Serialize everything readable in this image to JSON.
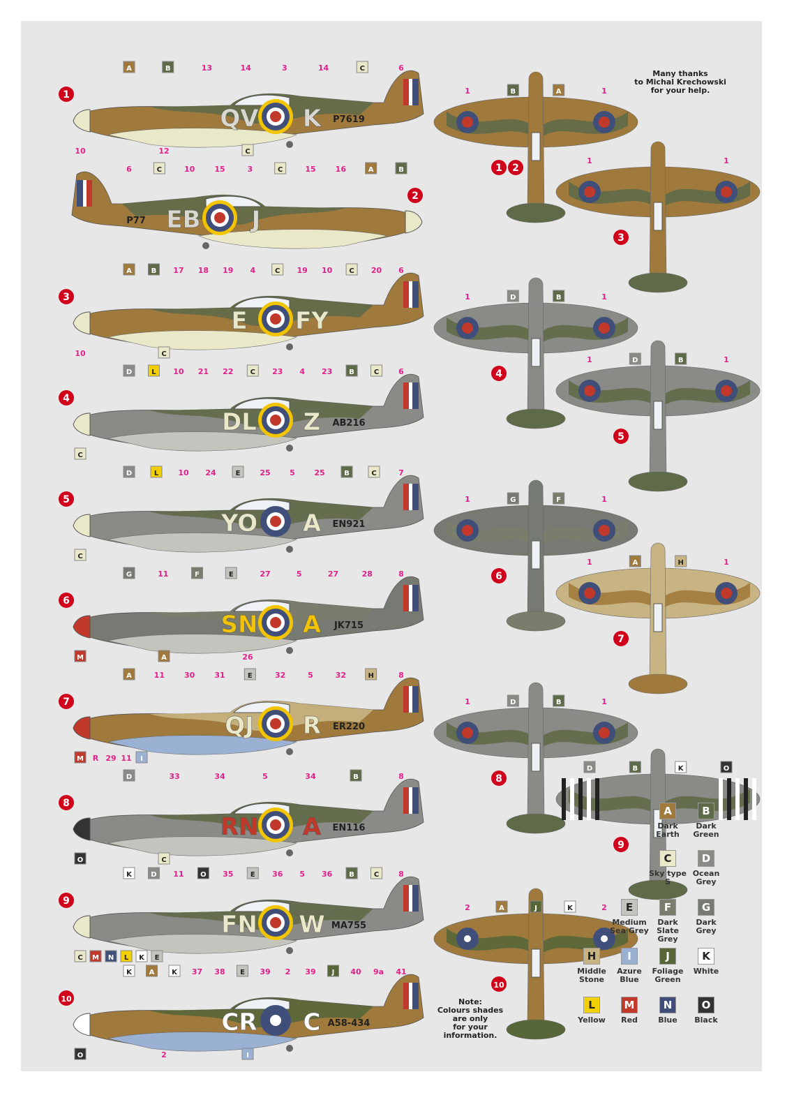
{
  "thanks_note": [
    "Many thanks",
    "to Michal Krechowski",
    "for your help."
  ],
  "colour_note": [
    "Note:",
    "Colours shades",
    "are only",
    "for your",
    "information."
  ],
  "colours": [
    {
      "letter": "A",
      "name": "Dark Earth",
      "hex": "#a07a3c"
    },
    {
      "letter": "B",
      "name": "Dark Green",
      "hex": "#5f6a48"
    },
    {
      "letter": "C",
      "name": "Sky type S",
      "hex": "#e9e8c8"
    },
    {
      "letter": "D",
      "name": "Ocean Grey",
      "hex": "#8a8a86"
    },
    {
      "letter": "E",
      "name": "Medium Sea Grey",
      "hex": "#c4c4be"
    },
    {
      "letter": "F",
      "name": "Dark Slate Grey",
      "hex": "#7b7d6c"
    },
    {
      "letter": "G",
      "name": "Dark Grey",
      "hex": "#777a72"
    },
    {
      "letter": "H",
      "name": "Middle Stone",
      "hex": "#c8b483"
    },
    {
      "letter": "I",
      "name": "Azure Blue",
      "hex": "#9bb1d4"
    },
    {
      "letter": "J",
      "name": "Foliage Green",
      "hex": "#566638"
    },
    {
      "letter": "K",
      "name": "White",
      "hex": "#ffffff"
    },
    {
      "letter": "L",
      "name": "Yellow",
      "hex": "#f2d000"
    },
    {
      "letter": "M",
      "name": "Red",
      "hex": "#c0392b"
    },
    {
      "letter": "N",
      "name": "Blue",
      "hex": "#3f4f7a"
    },
    {
      "letter": "O",
      "name": "Black",
      "hex": "#333333"
    }
  ],
  "profiles": [
    {
      "number": "1",
      "code_left": "QV",
      "code_right": "K",
      "serial": "P7619",
      "upper": [
        "A",
        "B"
      ],
      "under": "C",
      "spinner": "C",
      "ring": true,
      "code_colour": "#d8d8d0",
      "facing": "left",
      "callouts_top": [
        "A",
        "B",
        "13",
        "14",
        "3",
        "14",
        "C",
        "6"
      ],
      "callouts_bottom": [
        "10",
        "12",
        "C"
      ]
    },
    {
      "number": "2",
      "code_left": "EB",
      "code_right": "J",
      "serial": "P77",
      "upper": [
        "A",
        "B"
      ],
      "under": "C",
      "spinner": "C",
      "ring": true,
      "code_colour": "#d8d8d0",
      "facing": "right",
      "callouts_top": [
        "6",
        "C",
        "10",
        "15",
        "3",
        "C",
        "15",
        "16",
        "A",
        "B"
      ],
      "callouts_bottom": []
    },
    {
      "number": "3",
      "code_left": "E",
      "code_right": "FY",
      "serial": "",
      "upper": [
        "A",
        "B"
      ],
      "under": "C",
      "spinner": "C",
      "ring": true,
      "code_colour": "#e9e8c8",
      "facing": "left",
      "callouts_top": [
        "A",
        "B",
        "17",
        "18",
        "19",
        "4",
        "C",
        "19",
        "10",
        "C",
        "20",
        "6"
      ],
      "callouts_bottom": [
        "10",
        "C"
      ]
    },
    {
      "number": "4",
      "code_left": "DL",
      "code_right": "Z",
      "serial": "AB216",
      "upper": [
        "D",
        "B"
      ],
      "under": "E",
      "spinner": "C",
      "ring": true,
      "code_colour": "#e9e8c8",
      "facing": "left",
      "callouts_top": [
        "D",
        "L",
        "10",
        "21",
        "22",
        "C",
        "23",
        "4",
        "23",
        "B",
        "C",
        "6"
      ],
      "callouts_bottom": [
        "C"
      ]
    },
    {
      "number": "5",
      "code_left": "YO",
      "code_right": "A",
      "serial": "EN921",
      "upper": [
        "D",
        "B"
      ],
      "under": "E",
      "spinner": "C",
      "ring": false,
      "code_colour": "#e9e8c8",
      "facing": "left",
      "callouts_top": [
        "D",
        "L",
        "10",
        "24",
        "E",
        "25",
        "5",
        "25",
        "B",
        "C",
        "7"
      ],
      "callouts_bottom": [
        "C"
      ]
    },
    {
      "number": "6",
      "code_left": "SN",
      "code_right": "A",
      "serial": "JK715",
      "upper": [
        "G",
        "F"
      ],
      "under": "E",
      "spinner": "M",
      "ring": true,
      "code_colour": "#f2c400",
      "facing": "left",
      "callouts_top": [
        "G",
        "11",
        "F",
        "E",
        "27",
        "5",
        "27",
        "28",
        "8"
      ],
      "callouts_bottom": [
        "M",
        "A",
        "26"
      ]
    },
    {
      "number": "7",
      "code_left": "QJ",
      "code_right": "R",
      "serial": "ER220",
      "upper": [
        "A",
        "H"
      ],
      "under": "I",
      "spinner": "M",
      "ring": true,
      "code_colour": "#e9e8c8",
      "facing": "left",
      "callouts_top": [
        "A",
        "11",
        "30",
        "31",
        "E",
        "32",
        "5",
        "32",
        "H",
        "8"
      ],
      "callouts_bottom": [
        "M",
        "R",
        "29",
        "11",
        "I"
      ]
    },
    {
      "number": "8",
      "code_left": "RN",
      "code_right": "A",
      "serial": "EN116",
      "upper": [
        "D",
        "B"
      ],
      "under": "E",
      "spinner": "O",
      "ring": true,
      "code_colour": "#c0392b",
      "facing": "left",
      "callouts_top": [
        "D",
        "33",
        "34",
        "5",
        "34",
        "B",
        "8"
      ],
      "callouts_bottom": [
        "O",
        "C"
      ]
    },
    {
      "number": "9",
      "code_left": "FN",
      "code_right": "W",
      "serial": "MA755",
      "upper": [
        "D",
        "B"
      ],
      "under": "E",
      "spinner": "C",
      "ring": true,
      "code_colour": "#e9e8c8",
      "facing": "left",
      "callouts_top": [
        "K",
        "D",
        "11",
        "O",
        "35",
        "E",
        "36",
        "5",
        "36",
        "B",
        "C",
        "8"
      ],
      "callouts_bottom": [
        "C",
        "M",
        "N",
        "L",
        "K",
        "E"
      ]
    },
    {
      "number": "10",
      "code_left": "CR",
      "code_right": "C",
      "serial": "A58-434",
      "upper": [
        "A",
        "J"
      ],
      "under": "I",
      "spinner": "K",
      "ring": false,
      "code_colour": "#ffffff",
      "facing": "left",
      "callouts_top": [
        "K",
        "A",
        "K",
        "37",
        "38",
        "E",
        "39",
        "2",
        "39",
        "J",
        "40",
        "9a",
        "41"
      ],
      "callouts_bottom": [
        "O",
        "2",
        "I"
      ]
    }
  ],
  "plans": [
    {
      "numbers": [
        "1",
        "2"
      ],
      "upper": [
        "A",
        "B"
      ],
      "callouts": [
        "1",
        "B",
        "A",
        "1"
      ],
      "roundel": "red"
    },
    {
      "numbers": [
        "3"
      ],
      "upper": [
        "A",
        "B"
      ],
      "callouts": [
        "1",
        "1"
      ],
      "roundel": "red"
    },
    {
      "numbers": [
        "4"
      ],
      "upper": [
        "D",
        "B"
      ],
      "callouts": [
        "1",
        "D",
        "B",
        "1"
      ],
      "roundel": "red"
    },
    {
      "numbers": [
        "5"
      ],
      "upper": [
        "D",
        "B"
      ],
      "callouts": [
        "1",
        "D",
        "B",
        "1"
      ],
      "roundel": "red"
    },
    {
      "numbers": [
        "6"
      ],
      "upper": [
        "G",
        "F"
      ],
      "callouts": [
        "1",
        "G",
        "F",
        "1"
      ],
      "roundel": "red"
    },
    {
      "numbers": [
        "7"
      ],
      "upper": [
        "H",
        "A"
      ],
      "callouts": [
        "1",
        "A",
        "H",
        "1"
      ],
      "roundel": "red"
    },
    {
      "numbers": [
        "8"
      ],
      "upper": [
        "D",
        "B"
      ],
      "callouts": [
        "1",
        "D",
        "B",
        "1"
      ],
      "roundel": "red"
    },
    {
      "numbers": [
        "9"
      ],
      "upper": [
        "D",
        "B"
      ],
      "callouts": [
        "D",
        "B",
        "K",
        "O"
      ],
      "roundel": "none"
    },
    {
      "numbers": [
        "10"
      ],
      "upper": [
        "A",
        "J"
      ],
      "callouts": [
        "2",
        "A",
        "J",
        "K",
        "2"
      ],
      "roundel": "white"
    }
  ]
}
